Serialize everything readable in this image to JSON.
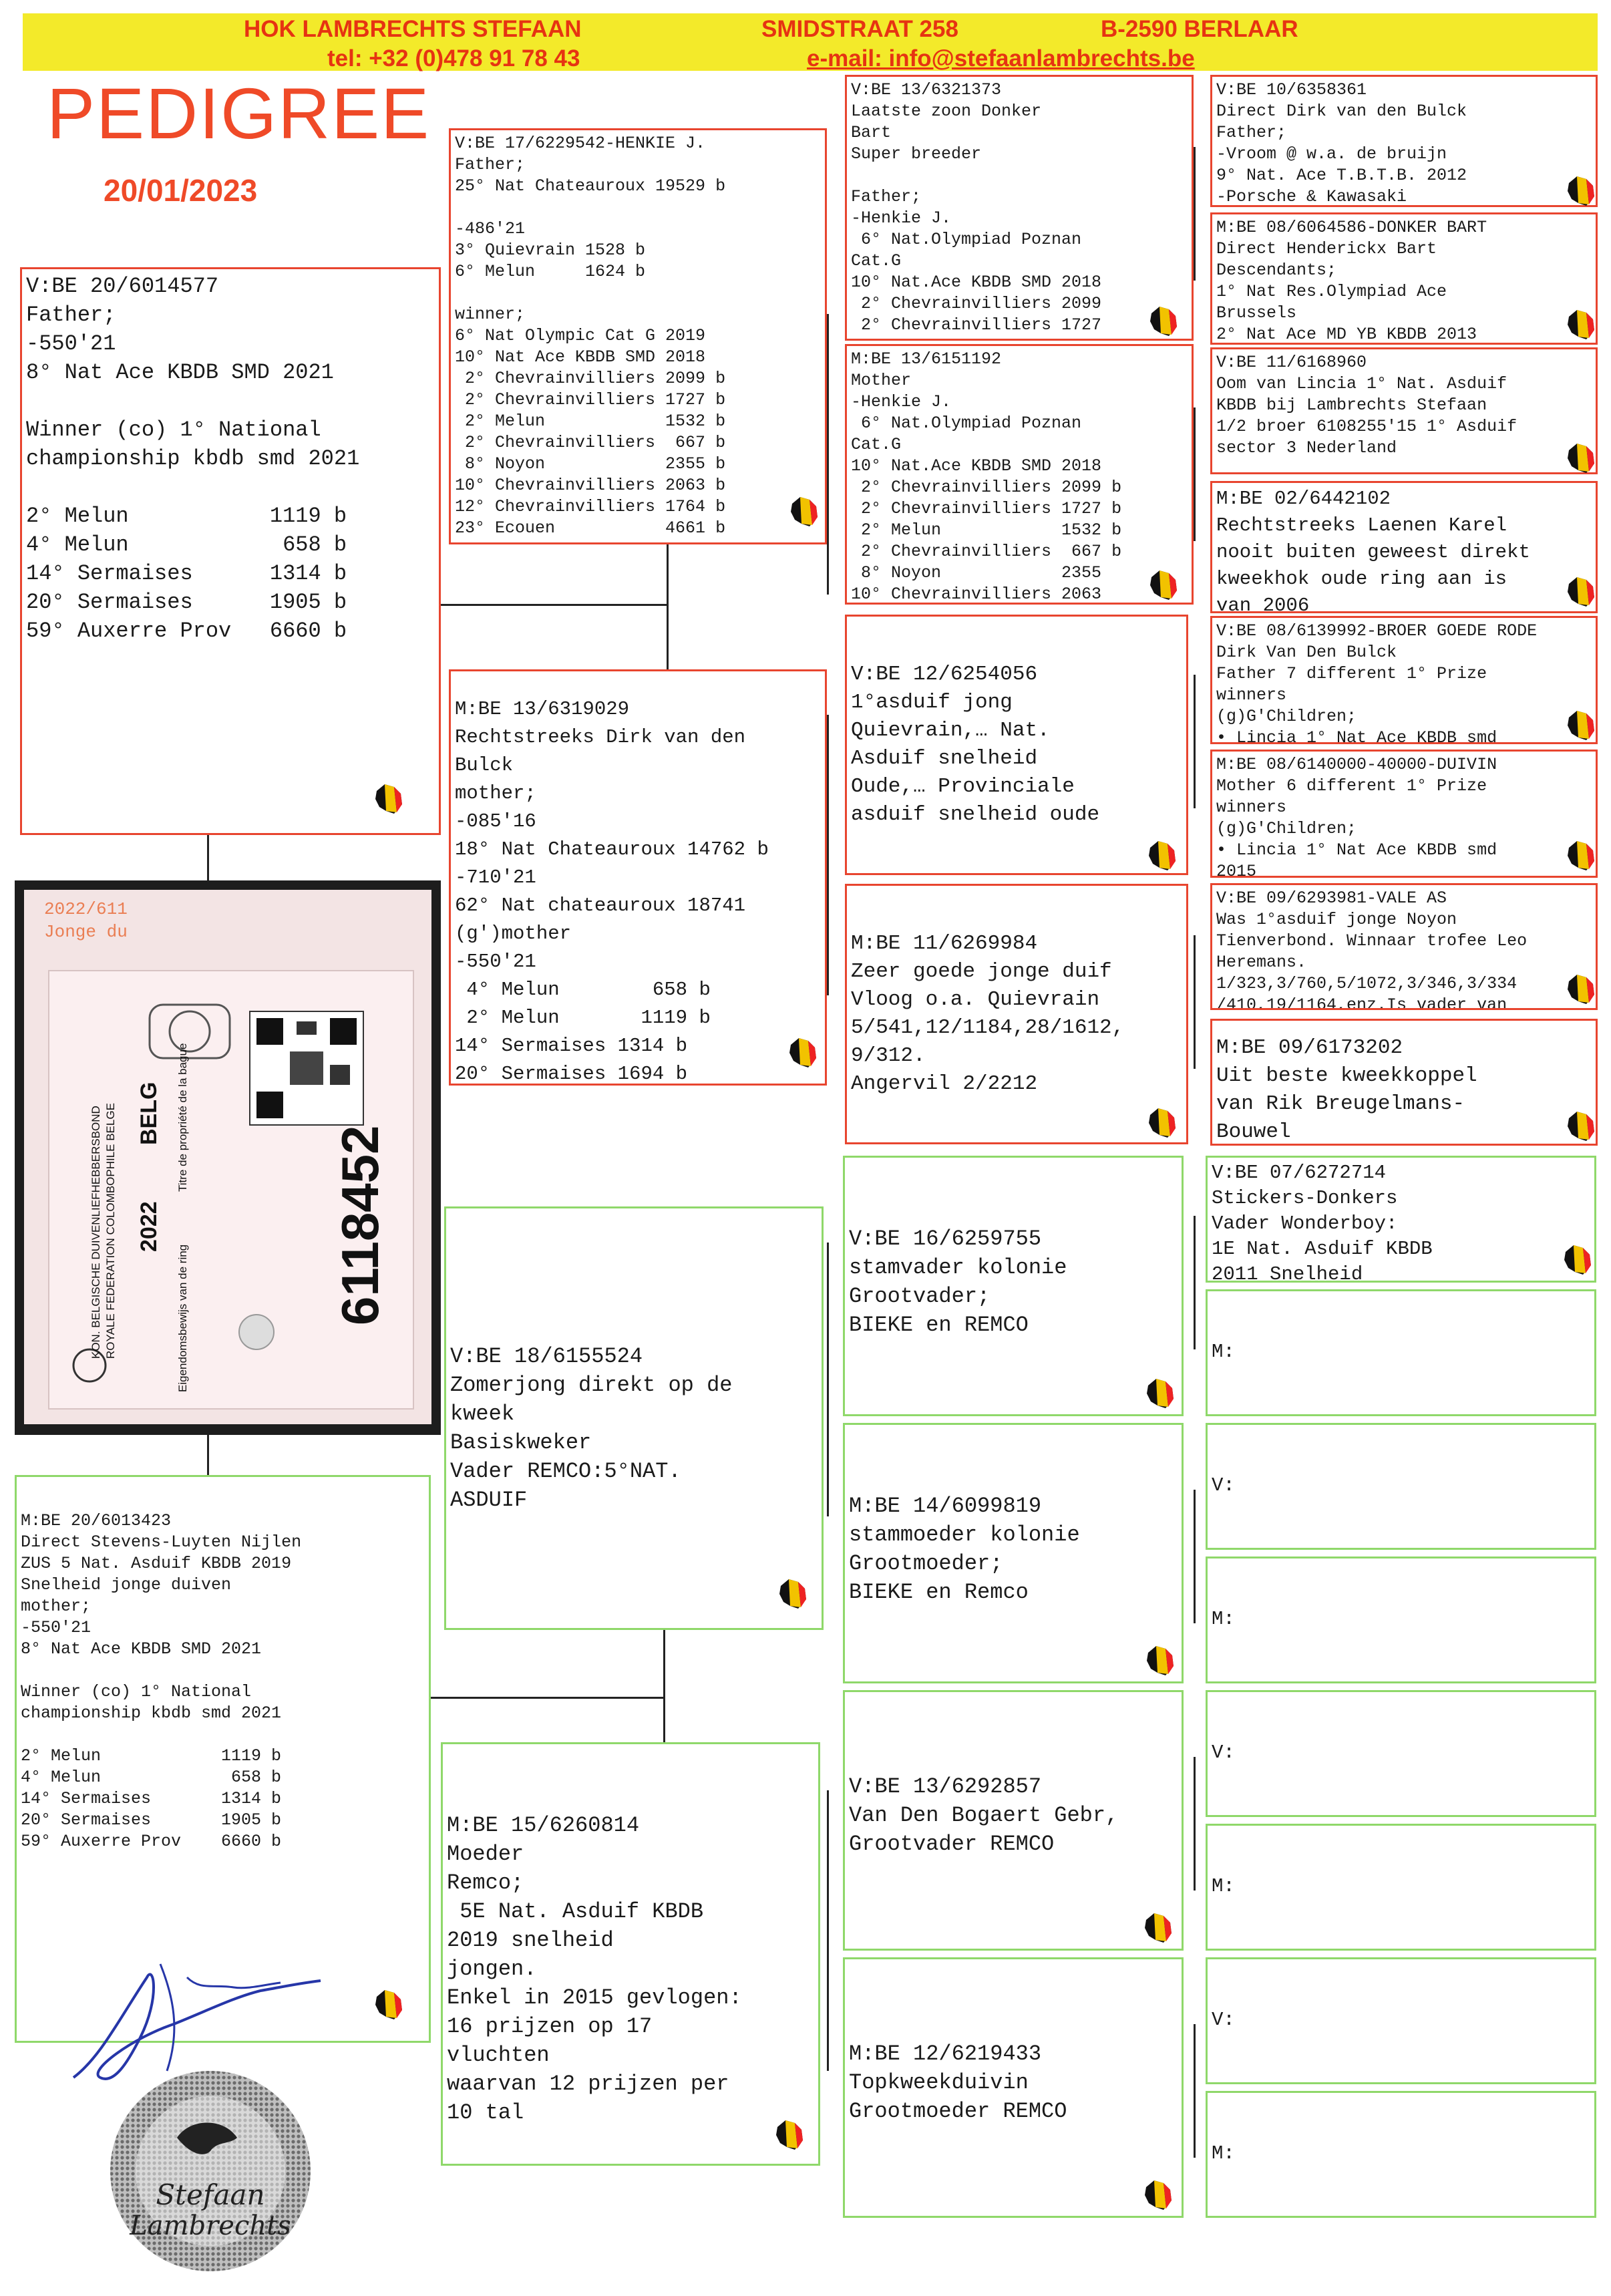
{
  "header": {
    "name": "HOK LAMBRECHTS STEFAAN",
    "street": "SMIDSTRAAT 258",
    "city": "B-2590 BERLAAR",
    "tel": "tel: +32 (0)478 91 78 43",
    "email": "e-mail: info@stefaanlambrechts.be"
  },
  "title": "PEDIGREE",
  "date": "20/01/2023",
  "ring_card": {
    "line1": "2022/611",
    "line2": "Jonge du",
    "number": "6118452",
    "year": "2022",
    "country": "BELG",
    "org": "KON. BELGISCHE DUIVENLIEFHEBBERSBOND",
    "org2": "ROYALE FEDERATION COLOMBOPHILE BELGE",
    "owner_nl": "Eigendomsbewijs van de ring",
    "owner_fr": "Titre de propriété de la bague"
  },
  "subject_father": "V:BE 20/6014577\nFather;\n-550'21\n8° Nat Ace KBDB SMD 2021\n\nWinner (co) 1° National\nchampionship kbdb smd 2021\n\n2° Melun           1119 b\n4° Melun            658 b\n14° Sermaises      1314 b\n20° Sermaises      1905 b\n59° Auxerre Prov   6660 b",
  "subject_mother": "M:BE 20/6013423\nDirect Stevens-Luyten Nijlen\nZUS 5 Nat. Asduif KBDB 2019\nSnelheid jonge duiven\nmother;\n-550'21\n8° Nat Ace KBDB SMD 2021\n\nWinner (co) 1° National\nchampionship kbdb smd 2021\n\n2° Melun            1119 b\n4° Melun             658 b\n14° Sermaises       1314 b\n20° Sermaises       1905 b\n59° Auxerre Prov    6660 b",
  "gen2": {
    "ff": "V:BE 17/6229542-HENKIE J.\nFather;\n25° Nat Chateauroux 19529 b\n\n-486'21\n3° Quievrain 1528 b\n6° Melun     1624 b\n\nwinner;\n6° Nat Olympic Cat G 2019\n10° Nat Ace KBDB SMD 2018\n 2° Chevrainvilliers 2099 b\n 2° Chevrainvilliers 1727 b\n 2° Melun            1532 b\n 2° Chevrainvilliers  667 b\n 8° Noyon            2355 b\n10° Chevrainvilliers 2063 b\n12° Chevrainvilliers 1764 b\n23° Ecouen           4661 b",
    "fm": "M:BE 13/6319029\nRechtstreeks Dirk van den\nBulck\nmother;\n-085'16\n18° Nat Chateauroux 14762 b\n-710'21\n62° Nat chateauroux 18741\n(g')mother\n-550'21\n 4° Melun        658 b\n 2° Melun       1119 b\n14° Sermaises 1314 b\n20° Sermaises 1694 b",
    "mf": "V:BE 18/6155524\nZomerjong direkt op de\nkweek\nBasiskweker\nVader REMCO:5°NAT.\nASDUIF",
    "mm": "M:BE 15/6260814\nMoeder\nRemco;\n 5E Nat. Asduif KBDB\n2019 snelheid\njongen.\nEnkel in 2015 gevlogen:\n16 prijzen op 17\nvluchten\nwaarvan 12 prijzen per\n10 tal"
  },
  "gen3": {
    "fff": "V:BE 13/6321373\nLaatste zoon Donker\nBart\nSuper breeder\n\nFather;\n-Henkie J.\n 6° Nat.Olympiad Poznan\nCat.G\n10° Nat.Ace KBDB SMD 2018\n 2° Chevrainvilliers 2099\n 2° Chevrainvilliers 1727",
    "ffm": "M:BE 13/6151192\nMother\n-Henkie J.\n 6° Nat.Olympiad Poznan\nCat.G\n10° Nat.Ace KBDB SMD 2018\n 2° Chevrainvilliers 2099 b\n 2° Chevrainvilliers 1727 b\n 2° Melun            1532 b\n 2° Chevrainvilliers  667 b\n 8° Noyon            2355\n10° Chevrainvilliers 2063",
    "fmf": "V:BE 12/6254056\n1°asduif jong\nQuievrain,… Nat.\nAsduif snelheid\nOude,… Provinciale\nasduif snelheid oude",
    "fmm": "M:BE 11/6269984\nZeer goede jonge duif\nVloog o.a. Quievrain\n5/541,12/1184,28/1612,\n9/312.\nAngervil 2/2212",
    "mff": "V:BE 16/6259755\nstamvader kolonie\nGrootvader;\nBIEKE en REMCO",
    "mfm": "M:BE 14/6099819\nstammoeder kolonie\nGrootmoeder;\nBIEKE en Remco",
    "mmf": "V:BE 13/6292857\nVan Den Bogaert Gebr,\nGrootvader REMCO",
    "mmm": "M:BE 12/6219433\nTopkweekduivin\nGrootmoeder REMCO"
  },
  "gen4": {
    "a": "V:BE 10/6358361\nDirect Dirk van den Bulck\nFather;\n-Vroom @ w.a. de bruijn\n9° Nat. Ace T.B.T.B. 2012\n-Porsche & Kawasaki",
    "b": "M:BE 08/6064586-DONKER BART\nDirect Henderickx Bart\nDescendants;\n1° Nat Res.Olympiad Ace\nBrussels\n2° Nat Ace MD YB KBDB 2013",
    "c": "V:BE 11/6168960\nOom van Lincia 1° Nat. Asduif\nKBDB bij Lambrechts Stefaan\n1/2 broer 6108255'15 1° Asduif\nsector 3 Nederland",
    "d": "M:BE 02/6442102\nRechtstreeks Laenen Karel\nnooit buiten geweest direkt\nkweekhok oude ring aan is\nvan 2006",
    "e": "V:BE 08/6139992-BROER GOEDE RODE\nDirk Van Den Bulck\nFather 7 different 1° Prize\nwinners\n(g)G'Children;\n• Lincia 1° Nat Ace KBDB smd",
    "f": "M:BE 08/6140000-40000-DUIVIN\nMother 6 different 1° Prize\nwinners\n(g)G'Children;\n• Lincia 1° Nat Ace KBDB smd\n2015",
    "g": "V:BE 09/6293981-VALE AS\nWas 1°asduif jonge Noyon\nTienverbond. Winnaar trofee Leo\nHeremans.\n1/323,3/760,5/1072,3/346,3/334\n/410,19/1164,enz.Is vader van",
    "h": "M:BE 09/6173202\nUit beste kweekkoppel\nvan Rik Breugelmans-\nBouwel",
    "i": "V:BE 07/6272714\nStickers-Donkers\nVader Wonderboy:\n1E Nat. Asduif KBDB\n2011 Snelheid",
    "j": "M:",
    "k": "V:",
    "l": "M:",
    "m": "V:",
    "n": "M:",
    "o": "V:",
    "p": "M:"
  },
  "stamp": {
    "line1": "Stefaan",
    "line2": "Lambrechts"
  },
  "colors": {
    "banner": "#f3ea2a",
    "banner_text": "#e63312",
    "title": "#ef4a28",
    "border_father_side": "#e8452f",
    "border_mother_side": "#8fd86a"
  }
}
